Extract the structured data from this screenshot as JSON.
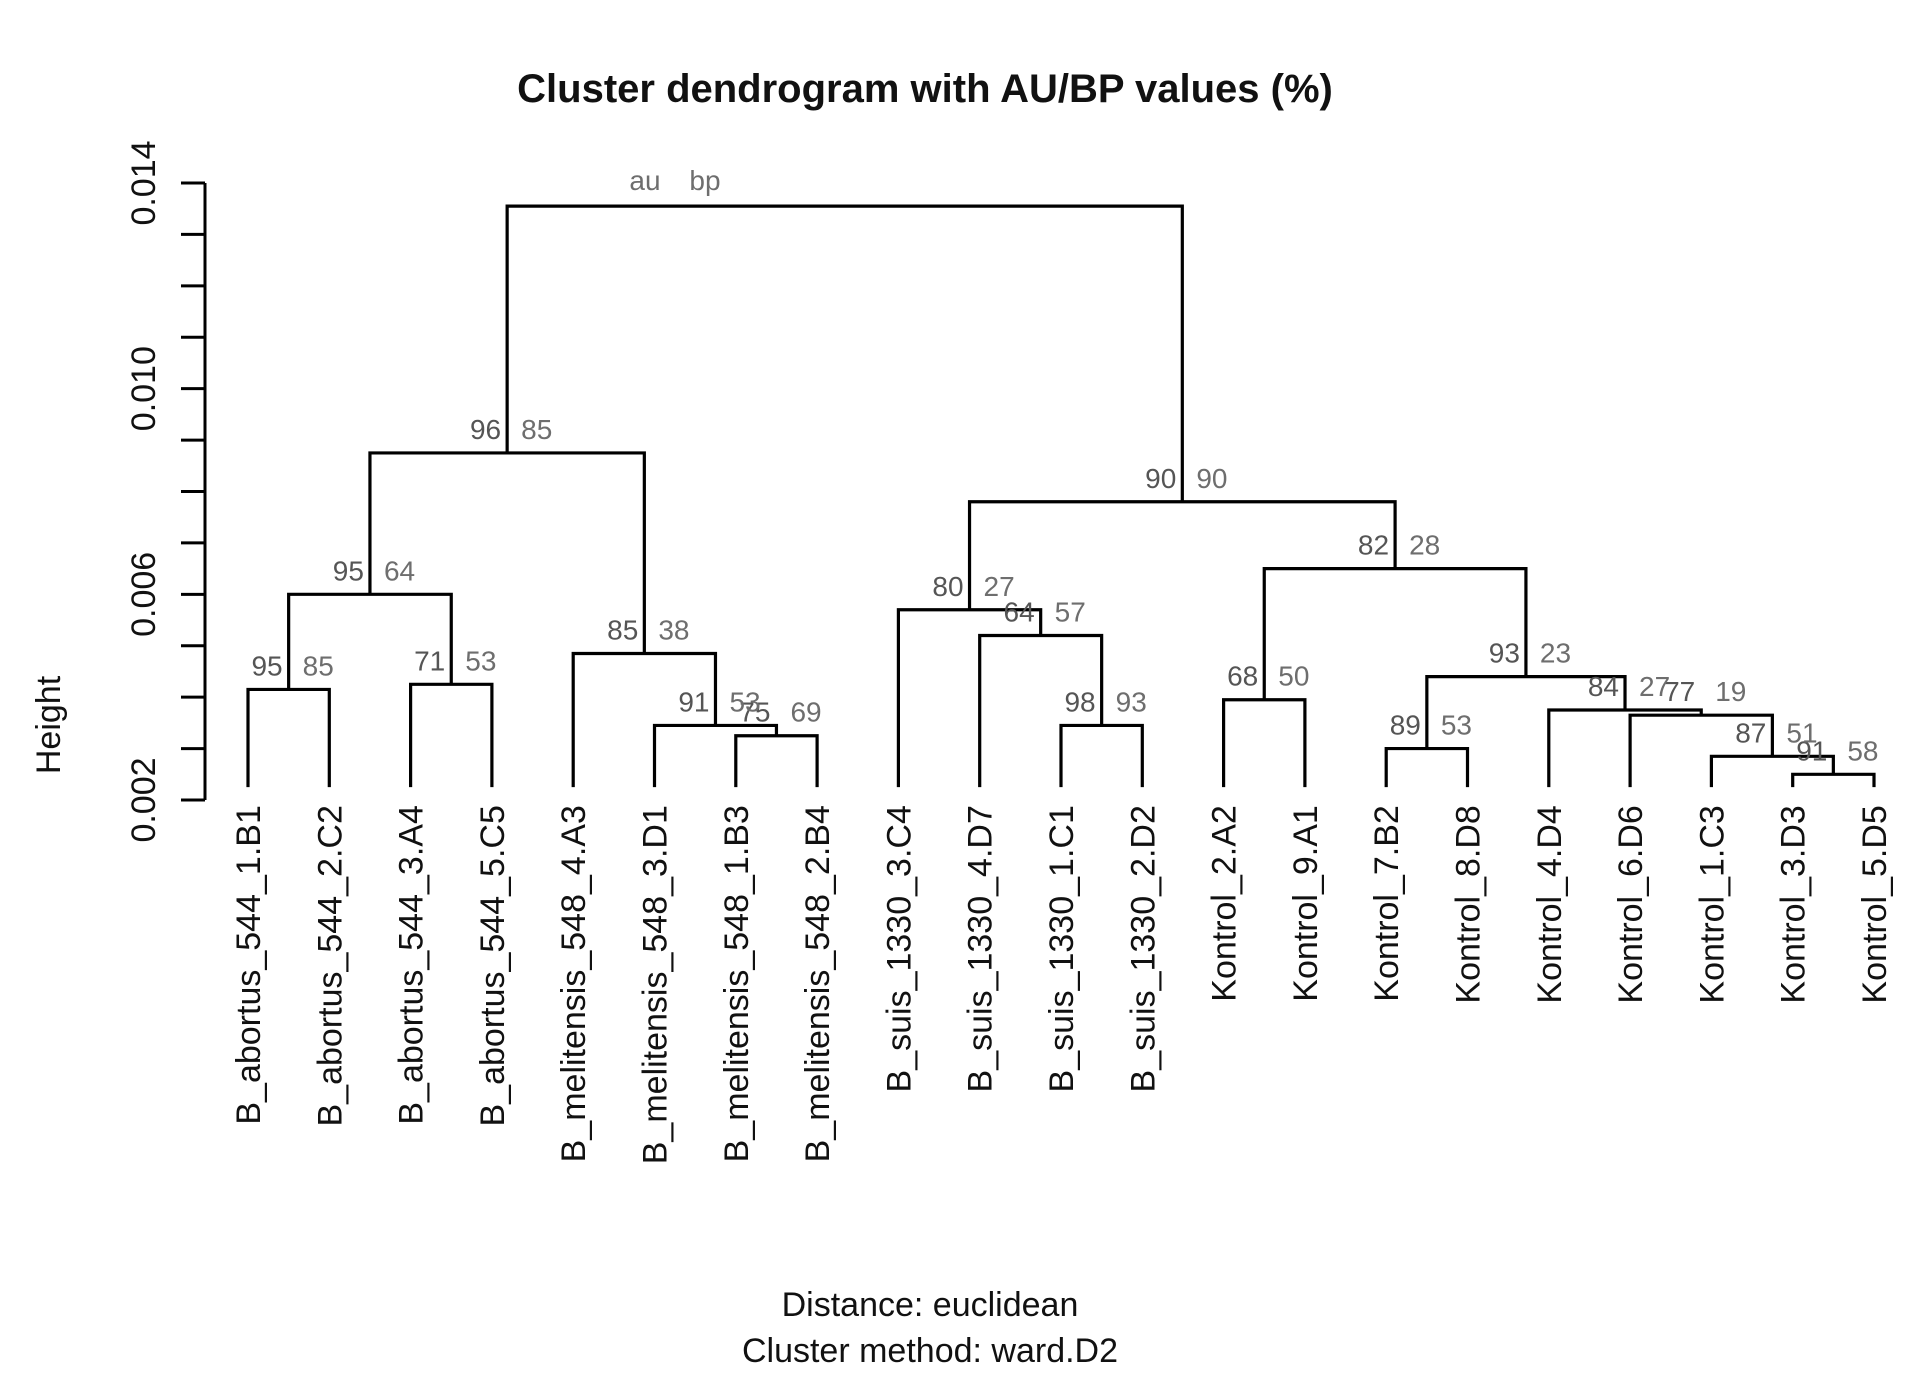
{
  "chart_data": {
    "type": "dendrogram",
    "title": "Cluster dendrogram with AU/BP values (%)",
    "ylabel": "Height",
    "ylim": [
      0.002,
      0.014
    ],
    "yticks": [
      0.002,
      0.006,
      0.01,
      0.014
    ],
    "ytick_labels": [
      "0.002",
      "0.006",
      "0.010",
      "0.014"
    ],
    "header_labels": {
      "au": "au",
      "bp": "bp"
    },
    "distance_text": "Distance:  euclidean",
    "method_text": "Cluster method: ward.D2",
    "leaves": [
      "B_abortus_544_1.B1",
      "B_abortus_544_2.C2",
      "B_abortus_544_3.A4",
      "B_abortus_544_5.C5",
      "B_melitensis_548_4.A3",
      "B_melitensis_548_3.D1",
      "B_melitensis_548_1.B3",
      "B_melitensis_548_2.B4",
      "B_suis_1330_3.C4",
      "B_suis_1330_4.D7",
      "B_suis_1330_1.C1",
      "B_suis_1330_2.D2",
      "Kontrol_2.A2",
      "Kontrol_9.A1",
      "Kontrol_7.B2",
      "Kontrol_8.D8",
      "Kontrol_4.D4",
      "Kontrol_6.D6",
      "Kontrol_1.C3",
      "Kontrol_3.D3",
      "Kontrol_5.D5"
    ],
    "merges": [
      {
        "id": "m1",
        "left": 0,
        "right": 1,
        "height": 0.00415,
        "au": "95",
        "bp": "85"
      },
      {
        "id": "m2",
        "left": 2,
        "right": 3,
        "height": 0.00425,
        "au": "71",
        "bp": "53"
      },
      {
        "id": "m3",
        "left": "m1",
        "right": "m2",
        "height": 0.006,
        "au": "95",
        "bp": "64"
      },
      {
        "id": "m4",
        "left": 6,
        "right": 7,
        "height": 0.00325,
        "au": "75",
        "bp": "69"
      },
      {
        "id": "m5",
        "left": 5,
        "right": "m4",
        "height": 0.00345,
        "au": "91",
        "bp": "53"
      },
      {
        "id": "m6",
        "left": 4,
        "right": "m5",
        "height": 0.00485,
        "au": "85",
        "bp": "38"
      },
      {
        "id": "m7",
        "left": "m3",
        "right": "m6",
        "height": 0.00875,
        "au": "96",
        "bp": "85"
      },
      {
        "id": "m8",
        "left": 10,
        "right": 11,
        "height": 0.00345,
        "au": "98",
        "bp": "93"
      },
      {
        "id": "m9",
        "left": 9,
        "right": "m8",
        "height": 0.0052,
        "au": "64",
        "bp": "57"
      },
      {
        "id": "m10",
        "left": 8,
        "right": "m9",
        "height": 0.0057,
        "au": "80",
        "bp": "27"
      },
      {
        "id": "m11",
        "left": 12,
        "right": 13,
        "height": 0.00395,
        "au": "68",
        "bp": "50"
      },
      {
        "id": "m12",
        "left": 14,
        "right": 15,
        "height": 0.003,
        "au": "89",
        "bp": "53"
      },
      {
        "id": "m13",
        "left": 19,
        "right": 20,
        "height": 0.0025,
        "au": "91",
        "bp": "58"
      },
      {
        "id": "m14",
        "left": 18,
        "right": "m13",
        "height": 0.00285,
        "au": "87",
        "bp": "51"
      },
      {
        "id": "m15",
        "left": 17,
        "right": "m14",
        "height": 0.00365,
        "au": "77",
        "bp": "19"
      },
      {
        "id": "m16",
        "left": 16,
        "right": "m15",
        "height": 0.00375,
        "au": "84",
        "bp": "27"
      },
      {
        "id": "m17",
        "left": "m12",
        "right": "m16",
        "height": 0.0044,
        "au": "93",
        "bp": "23"
      },
      {
        "id": "m18",
        "left": "m11",
        "right": "m17",
        "height": 0.0065,
        "au": "82",
        "bp": "28"
      },
      {
        "id": "m19",
        "left": "m10",
        "right": "m18",
        "height": 0.0078,
        "au": "90",
        "bp": "90"
      },
      {
        "id": "m20",
        "left": "m7",
        "right": "m19",
        "height": 0.01355,
        "au": "",
        "bp": ""
      }
    ]
  }
}
